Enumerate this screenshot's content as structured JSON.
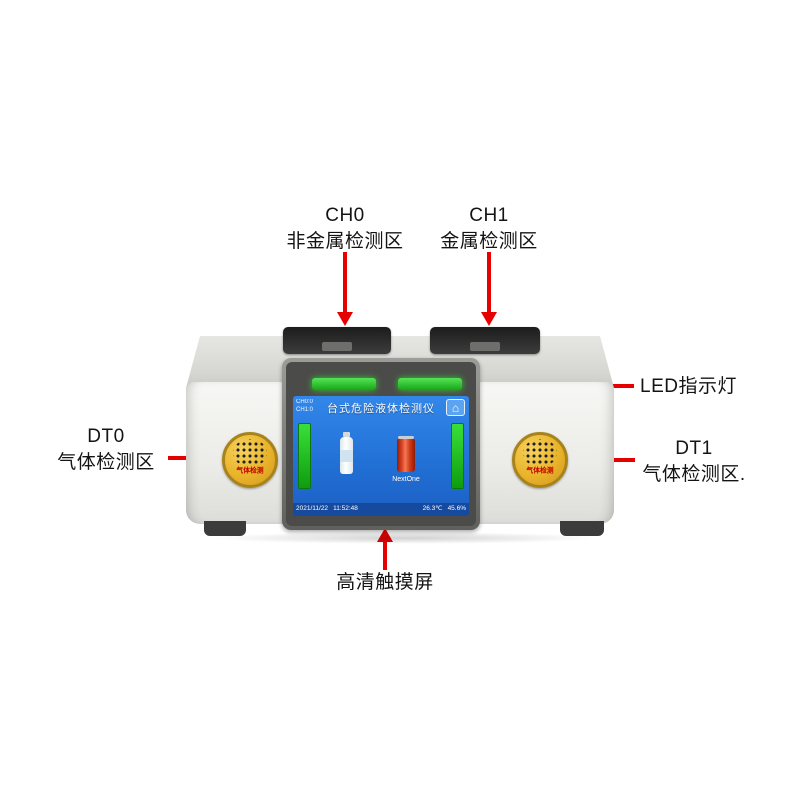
{
  "annotations": {
    "ch0": {
      "title": "CH0",
      "subtitle": "非金属检测区"
    },
    "ch1": {
      "title": "CH1",
      "subtitle": "金属检测区"
    },
    "led": {
      "label": "LED指示灯"
    },
    "dt0": {
      "title": "DT0",
      "subtitle": "气体检测区"
    },
    "dt1": {
      "title": "DT1",
      "subtitle": "气体检测区."
    },
    "touchscreen": {
      "label": "高清触摸屏"
    }
  },
  "device": {
    "left_sensor_label": "气体检测",
    "right_sensor_label": "气体检测",
    "screen": {
      "channel_line1": "CH0:0",
      "channel_line2": "CH1:0",
      "title": "台式危险液体检测仪",
      "home_icon": "⌂",
      "product_name": "NextOne",
      "status": {
        "date": "2021/11/22",
        "time": "11:52:48",
        "temperature": "26.3℃",
        "humidity": "45.6%"
      }
    }
  },
  "colors": {
    "arrow_red": "#e60000",
    "led_green": "#2ecc40",
    "screen_blue": "#2271d6",
    "sensor_yellow": "#e9b32a"
  }
}
